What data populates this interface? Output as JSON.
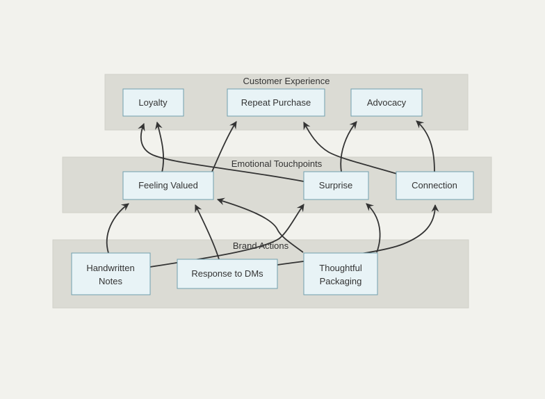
{
  "diagram": {
    "title": "",
    "clusters": [
      {
        "id": "customer_experience",
        "label": "Customer Experience"
      },
      {
        "id": "emotional_touchpoints",
        "label": "Emotional Touchpoints"
      },
      {
        "id": "brand_actions",
        "label": "Brand Actions"
      }
    ],
    "nodes": {
      "loyalty": {
        "label": "Loyalty",
        "cluster": "Customer Experience"
      },
      "repeat_purchase": {
        "label": "Repeat Purchase",
        "cluster": "Customer Experience"
      },
      "advocacy": {
        "label": "Advocacy",
        "cluster": "Customer Experience"
      },
      "feeling_valued": {
        "label": "Feeling Valued",
        "cluster": "Emotional Touchpoints"
      },
      "surprise": {
        "label": "Surprise",
        "cluster": "Emotional Touchpoints"
      },
      "connection": {
        "label": "Connection",
        "cluster": "Emotional Touchpoints"
      },
      "handwritten_notes": {
        "label": "Handwritten Notes",
        "lines": [
          "Handwritten",
          "Notes"
        ],
        "cluster": "Brand Actions"
      },
      "response_to_dms": {
        "label": "Response to DMs",
        "cluster": "Brand Actions"
      },
      "thoughtful_packaging": {
        "label": "Thoughtful Packaging",
        "lines": [
          "Thoughtful",
          "Packaging"
        ],
        "cluster": "Brand Actions"
      }
    },
    "edges": [
      {
        "from": "Handwritten Notes",
        "to": "Feeling Valued"
      },
      {
        "from": "Handwritten Notes",
        "to": "Surprise"
      },
      {
        "from": "Response to DMs",
        "to": "Feeling Valued"
      },
      {
        "from": "Response to DMs",
        "to": "Connection"
      },
      {
        "from": "Thoughtful Packaging",
        "to": "Feeling Valued"
      },
      {
        "from": "Thoughtful Packaging",
        "to": "Surprise"
      },
      {
        "from": "Feeling Valued",
        "to": "Loyalty"
      },
      {
        "from": "Feeling Valued",
        "to": "Repeat Purchase"
      },
      {
        "from": "Surprise",
        "to": "Loyalty"
      },
      {
        "from": "Surprise",
        "to": "Advocacy"
      },
      {
        "from": "Connection",
        "to": "Repeat Purchase"
      },
      {
        "from": "Connection",
        "to": "Advocacy"
      }
    ],
    "colors": {
      "background": "#f2f2ed",
      "band_fill": "#dbdbd4",
      "node_fill": "#e8f3f6",
      "node_border": "#6f9fae",
      "edge": "#333333",
      "text": "#333333"
    }
  }
}
